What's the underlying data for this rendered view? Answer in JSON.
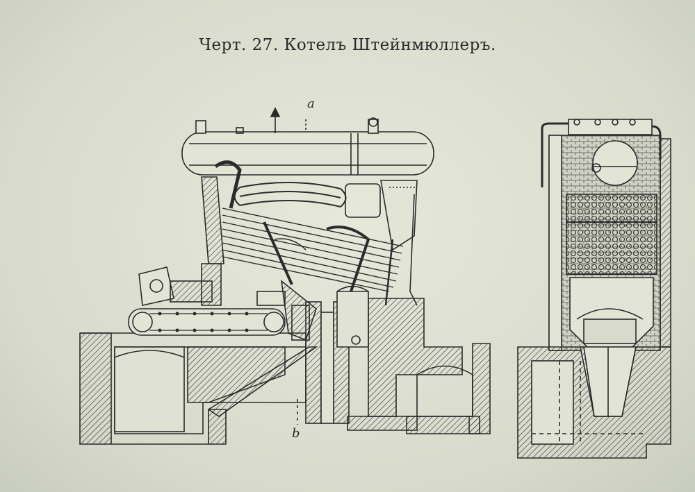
{
  "caption": "Черт. 27. Котелъ Штейнмюллеръ.",
  "labels": {
    "top": "a",
    "bottom": "b"
  },
  "colors": {
    "paper": "#e3e5d7",
    "ink": "#2b2b2b"
  }
}
